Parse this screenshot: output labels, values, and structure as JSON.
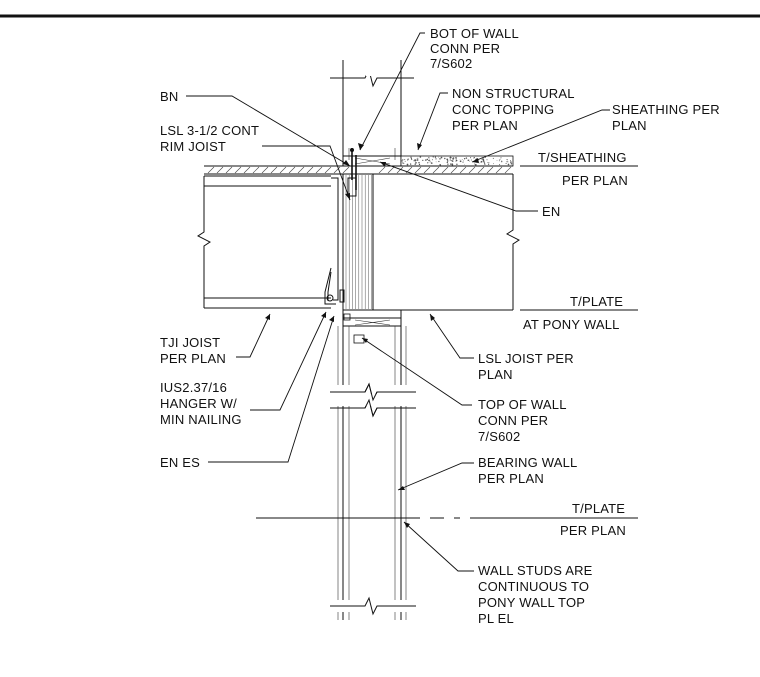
{
  "notes": {
    "bot_of_wall_conn": [
      "BOT OF WALL",
      "CONN PER",
      "7/S602"
    ],
    "non_structural_conc": [
      "NON STRUCTURAL",
      "CONC TOPPING",
      "PER PLAN"
    ],
    "sheathing": [
      "SHEATHING PER",
      "PLAN"
    ],
    "bn": [
      "BN"
    ],
    "lsl_rim_joist": [
      "LSL 3-1/2 CONT",
      "RIM JOIST"
    ],
    "t_sheathing": [
      "T/SHEATHING",
      "PER PLAN"
    ],
    "en": [
      "EN"
    ],
    "t_plate_pony": [
      "T/PLATE",
      "AT PONY WALL"
    ],
    "tji_joist": [
      "TJI JOIST",
      "PER PLAN"
    ],
    "lsl_joist": [
      "LSL JOIST PER",
      "PLAN"
    ],
    "ius_hanger": [
      "IUS2.37/16",
      "HANGER W/",
      "MIN NAILING"
    ],
    "top_of_wall_conn": [
      "TOP OF WALL",
      "CONN PER",
      "7/S602"
    ],
    "en_es": [
      "EN ES"
    ],
    "bearing_wall": [
      "BEARING WALL",
      "PER PLAN"
    ],
    "t_plate_plan": [
      "T/PLATE",
      "PER PLAN"
    ],
    "wall_studs": [
      "WALL STUDS ARE",
      "CONTINUOUS TO",
      "PONY WALL TOP",
      "PL EL"
    ]
  },
  "colors": {
    "ink": "#111111",
    "background": "#ffffff",
    "concrete_stipple": "#555555"
  }
}
